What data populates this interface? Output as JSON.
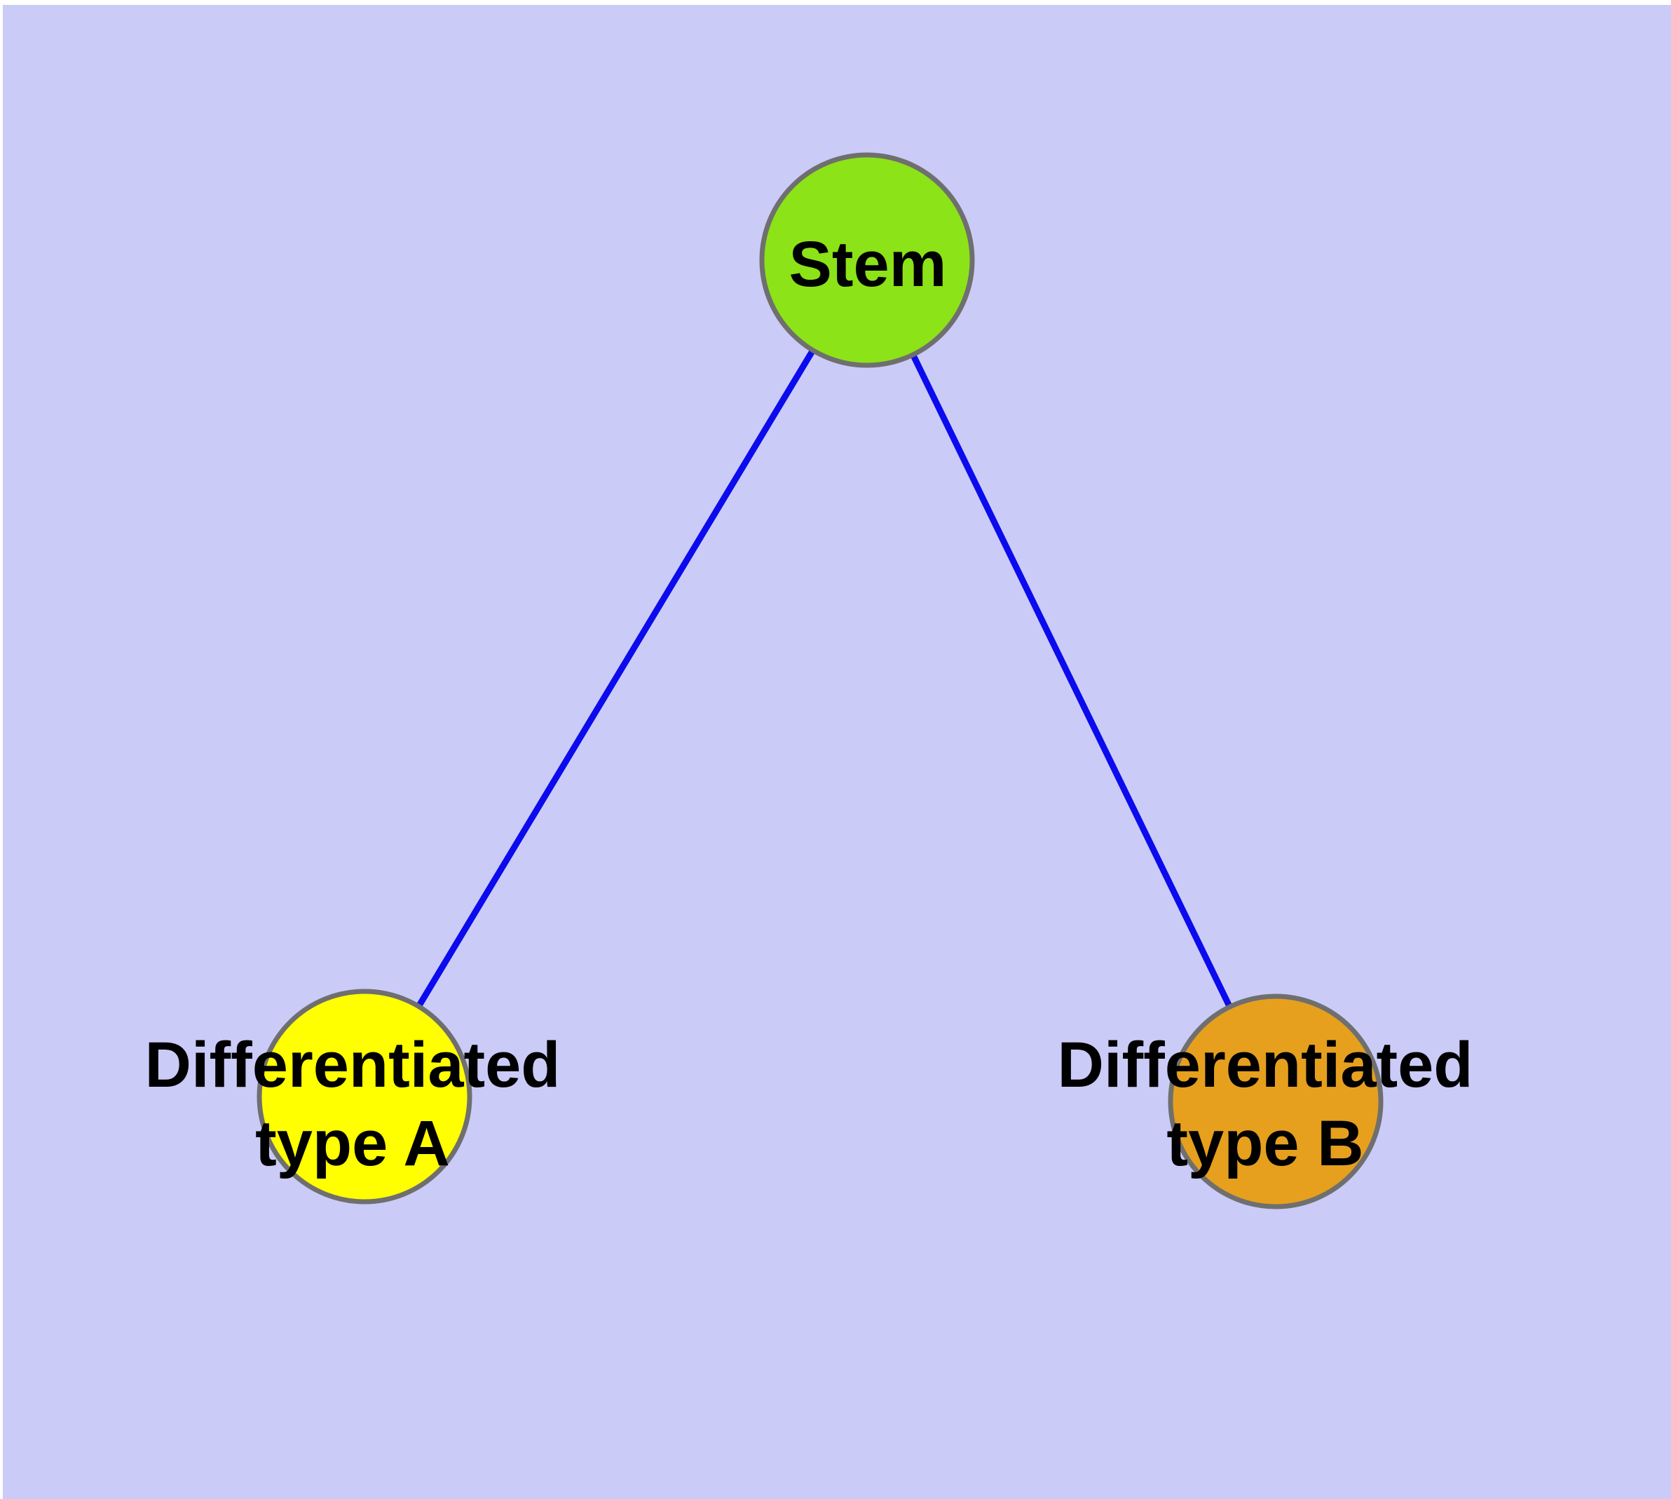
{
  "diagram": {
    "background_color": "#cbcbf8",
    "margin_color": "#ffffff",
    "edge_color": "#0b0bee",
    "node_border_color": "#6f6f6f",
    "label_color": "#000000",
    "nodes": [
      {
        "id": "stem",
        "label": "Stem",
        "fill": "#8ce317"
      },
      {
        "id": "type-a",
        "label_line1": "Differentiated",
        "label_line2": "type A",
        "fill": "#ffff00"
      },
      {
        "id": "type-b",
        "label_line1": "Differentiated",
        "label_line2": "type B",
        "fill": "#e6a01e"
      }
    ],
    "edges": [
      {
        "from": "Stem",
        "to": "Differentiated type A"
      },
      {
        "from": "Stem",
        "to": "Differentiated type B"
      }
    ]
  }
}
